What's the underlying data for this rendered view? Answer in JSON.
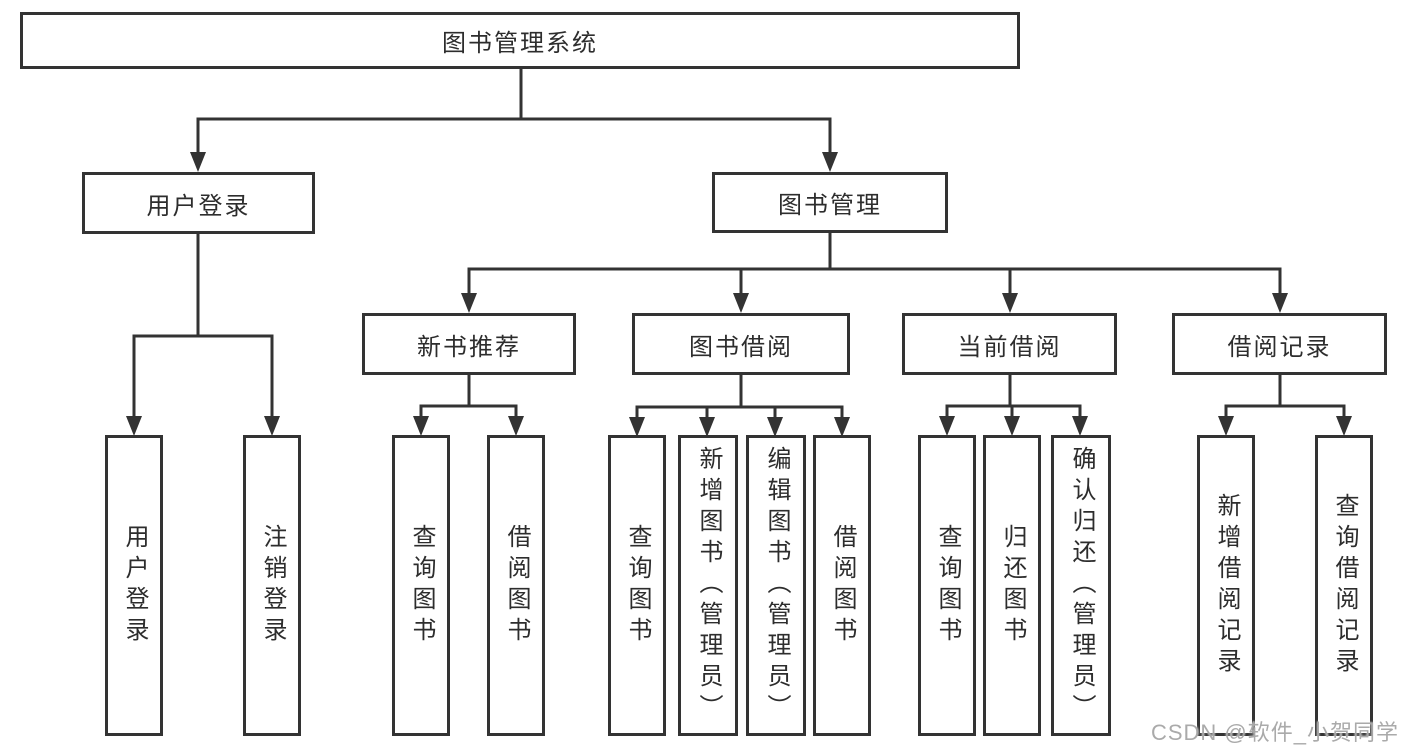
{
  "page": {
    "background": "#ffffff"
  },
  "diagram": {
    "type": "hierarchy-tree",
    "line_color": "#333333",
    "box_border_color": "#333333",
    "text_color": "#2d2d2d",
    "tree": {
      "label": "图书管理系统",
      "children": [
        {
          "label": "用户登录",
          "children": [
            {
              "label": "用户登录"
            },
            {
              "label": "注销登录"
            }
          ]
        },
        {
          "label": "图书管理",
          "children": [
            {
              "label": "新书推荐",
              "children": [
                {
                  "label": "查询图书"
                },
                {
                  "label": "借阅图书"
                }
              ]
            },
            {
              "label": "图书借阅",
              "children": [
                {
                  "label": "查询图书"
                },
                {
                  "label": "新增图书（管理员）"
                },
                {
                  "label": "编辑图书（管理员）"
                },
                {
                  "label": "借阅图书"
                }
              ]
            },
            {
              "label": "当前借阅",
              "children": [
                {
                  "label": "查询图书"
                },
                {
                  "label": "归还图书"
                },
                {
                  "label": "确认归还（管理员）"
                }
              ]
            },
            {
              "label": "借阅记录",
              "children": [
                {
                  "label": "新增借阅记录"
                },
                {
                  "label": "查询借阅记录"
                }
              ]
            }
          ]
        }
      ]
    },
    "watermark": {
      "text": "CSDN @软件_小贺同学",
      "color": "#b5b5b5"
    }
  }
}
